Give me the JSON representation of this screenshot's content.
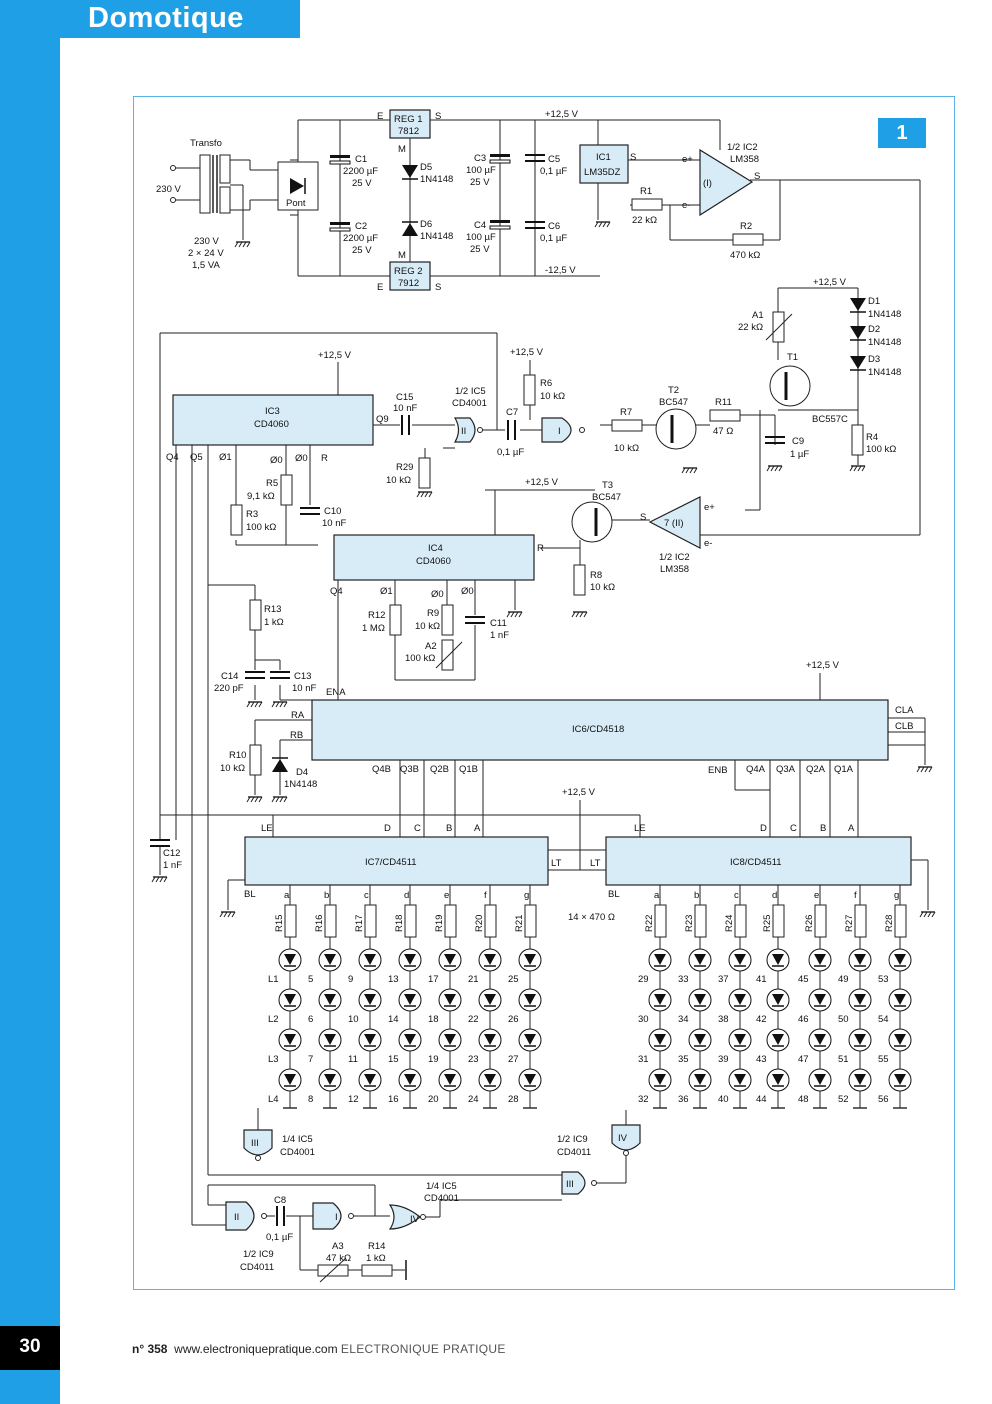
{
  "header": {
    "section_title": "Domotique"
  },
  "page": {
    "number": "30"
  },
  "footer": {
    "issue": "n° 358",
    "url": "www.electroniquepratique.com",
    "magazine": "ELECTRONIQUE PRATIQUE"
  },
  "figure": {
    "number": "1"
  },
  "colors": {
    "accent": "#1fa0e6",
    "chip_fill": "#d8ecf8",
    "frame": "#5ab4e8"
  },
  "power": {
    "transfo": {
      "name": "Transfo",
      "primary": "230 V",
      "secondary": "230 V",
      "spec1": "2 × 24 V",
      "spec2": "1,5 VA"
    },
    "bridge": "Pont",
    "reg1": {
      "name": "REG 1",
      "part": "7812",
      "e": "E",
      "s": "S",
      "m": "M"
    },
    "reg2": {
      "name": "REG 2",
      "part": "7912",
      "e": "E",
      "s": "S",
      "m": "M"
    },
    "c1": {
      "name": "C1",
      "value": "2200 µF",
      "volt": "25 V"
    },
    "c2": {
      "name": "C2",
      "value": "2200 µF",
      "volt": "25 V"
    },
    "c3": {
      "name": "C3",
      "value": "100 µF",
      "volt": "25 V"
    },
    "c4": {
      "name": "C4",
      "value": "100 µF",
      "volt": "25 V"
    },
    "c5": {
      "name": "C5",
      "value": "0,1 µF"
    },
    "c6": {
      "name": "C6",
      "value": "0,1 µF"
    },
    "d5": {
      "name": "D5",
      "part": "1N4148"
    },
    "d6": {
      "name": "D6",
      "part": "1N4148"
    },
    "pos_rail": "+12,5 V",
    "neg_rail": "-12,5 V",
    "ic1": {
      "name": "IC1",
      "part": "LM35DZ",
      "s": "S"
    },
    "r1": {
      "name": "R1",
      "value": "22 kΩ"
    },
    "r2": {
      "name": "R2",
      "value": "470 kΩ"
    },
    "ic2a": {
      "name": "1/2 IC2",
      "part": "LM358",
      "unit": "(I)",
      "s": "S",
      "ep": "e+",
      "em": "e-"
    }
  },
  "sensor_stage": {
    "rail": "+12,5 V",
    "a1": {
      "name": "A1",
      "value": "22 kΩ"
    },
    "d1": {
      "name": "D1",
      "part": "1N4148"
    },
    "d2": {
      "name": "D2",
      "part": "1N4148"
    },
    "d3": {
      "name": "D3",
      "part": "1N4148"
    },
    "t1": {
      "name": "T1",
      "part": "BC557C"
    },
    "r4": {
      "name": "R4",
      "value": "100 kΩ"
    },
    "c9": {
      "name": "C9",
      "value": "1 µF"
    },
    "r11": {
      "name": "R11",
      "value": "47 Ω"
    },
    "t2": {
      "name": "T2",
      "part": "BC547"
    },
    "r7": {
      "name": "R7",
      "value": "10 kΩ"
    },
    "ic2b": {
      "name": "1/2 IC2",
      "part": "LM358",
      "unit": "7 (II)",
      "s": "S",
      "ep": "e+",
      "em": "e-"
    },
    "t3": {
      "name": "T3",
      "part": "BC547"
    },
    "r8": {
      "name": "R8",
      "value": "10 kΩ"
    }
  },
  "oscillator": {
    "rail1": "+12,5 V",
    "rail2": "+12,5 V",
    "rail3": "+12,5 V",
    "ic3": {
      "name": "IC3",
      "part": "CD4060",
      "q9": "Q9",
      "q4": "Q4",
      "q5": "Q5",
      "o1": "Ø1",
      "o0b": "Ø0",
      "o0": "Ø0",
      "r": "R"
    },
    "c15": {
      "name": "C15",
      "value": "10 nF"
    },
    "ic5": {
      "name": "1/2 IC5",
      "part": "CD4001",
      "unit2": "II",
      "unit1": "I"
    },
    "c7": {
      "name": "C7",
      "value": "0,1 µF"
    },
    "r6": {
      "name": "R6",
      "value": "10 kΩ"
    },
    "r29": {
      "name": "R29",
      "value": "10 kΩ"
    },
    "r5": {
      "name": "R5",
      "value": "9,1 kΩ"
    },
    "r3": {
      "name": "R3",
      "value": "100 kΩ"
    },
    "c10": {
      "name": "C10",
      "value": "10 nF"
    },
    "ic4": {
      "name": "IC4",
      "part": "CD4060",
      "r": "R",
      "q4": "Q4",
      "o1": "Ø1",
      "o0b": "Ø0",
      "o0": "Ø0"
    },
    "r12": {
      "name": "R12",
      "value": "1 MΩ"
    },
    "r9": {
      "name": "R9",
      "value": "10 kΩ"
    },
    "a2": {
      "name": "A2",
      "value": "100 kΩ"
    },
    "c11": {
      "name": "C11",
      "value": "1 nF"
    },
    "r13": {
      "name": "R13",
      "value": "1 kΩ"
    },
    "c14": {
      "name": "C14",
      "value": "220 pF"
    },
    "c13": {
      "name": "C13",
      "value": "10 nF"
    },
    "r10": {
      "name": "R10",
      "value": "10 kΩ"
    },
    "d4": {
      "name": "D4",
      "part": "1N4148"
    },
    "ena": "ENA",
    "ra": "RA",
    "rb": "RB"
  },
  "counter": {
    "rail": "+12,5 V",
    "ic6": {
      "name": "IC6/CD4518",
      "cla": "CLA",
      "clb": "CLB",
      "enb": "ENB"
    },
    "outs_left": [
      "Q4B",
      "Q3B",
      "Q2B",
      "Q1B"
    ],
    "outs_right": [
      "Q4A",
      "Q3A",
      "Q2A",
      "Q1A"
    ]
  },
  "display": {
    "rail": "+12,5 V",
    "ic7": {
      "name": "IC7/CD4511",
      "le": "LE",
      "bl": "BL",
      "lt": "LT"
    },
    "ic8": {
      "name": "IC8/CD4511",
      "le": "LE",
      "bl": "BL",
      "lt": "LT"
    },
    "inputs": [
      "D",
      "C",
      "B",
      "A"
    ],
    "segments": [
      "a",
      "b",
      "c",
      "d",
      "e",
      "f",
      "g"
    ],
    "resistors_left": [
      "R15",
      "R16",
      "R17",
      "R18",
      "R19",
      "R20",
      "R21"
    ],
    "resistors_right": [
      "R22",
      "R23",
      "R24",
      "R25",
      "R26",
      "R27",
      "R28"
    ],
    "resistor_note": "14 × 470 Ω",
    "c12": {
      "name": "C12",
      "value": "1 nF"
    },
    "led_labels_left": [
      "L1",
      "L2",
      "L3",
      "L4",
      "5",
      "6",
      "7",
      "8",
      "9",
      "10",
      "11",
      "12",
      "13",
      "14",
      "15",
      "16",
      "17",
      "18",
      "19",
      "20",
      "21",
      "22",
      "23",
      "24",
      "25",
      "26",
      "27",
      "28"
    ],
    "led_labels_right": [
      "29",
      "30",
      "31",
      "32",
      "33",
      "34",
      "35",
      "36",
      "37",
      "38",
      "39",
      "40",
      "41",
      "42",
      "43",
      "44",
      "45",
      "46",
      "47",
      "48",
      "49",
      "50",
      "51",
      "52",
      "53",
      "54",
      "55",
      "56"
    ]
  },
  "logic": {
    "ic5c": {
      "name": "1/4 IC5",
      "part": "CD4001",
      "unit": "III"
    },
    "ic9b": {
      "name": "1/2 IC9",
      "part": "CD4011",
      "unit": "IV"
    },
    "ic5d": {
      "name": "1/4 IC5",
      "part": "CD4001",
      "unit": "IV"
    },
    "ic9a": {
      "name": "1/2 IC9",
      "part": "CD4011"
    },
    "c8": {
      "name": "C8",
      "value": "0,1 µF"
    },
    "a3": {
      "name": "A3",
      "value": "47 kΩ"
    },
    "r14": {
      "name": "R14",
      "value": "1 kΩ"
    },
    "gates": [
      "II",
      "I",
      "III"
    ]
  }
}
